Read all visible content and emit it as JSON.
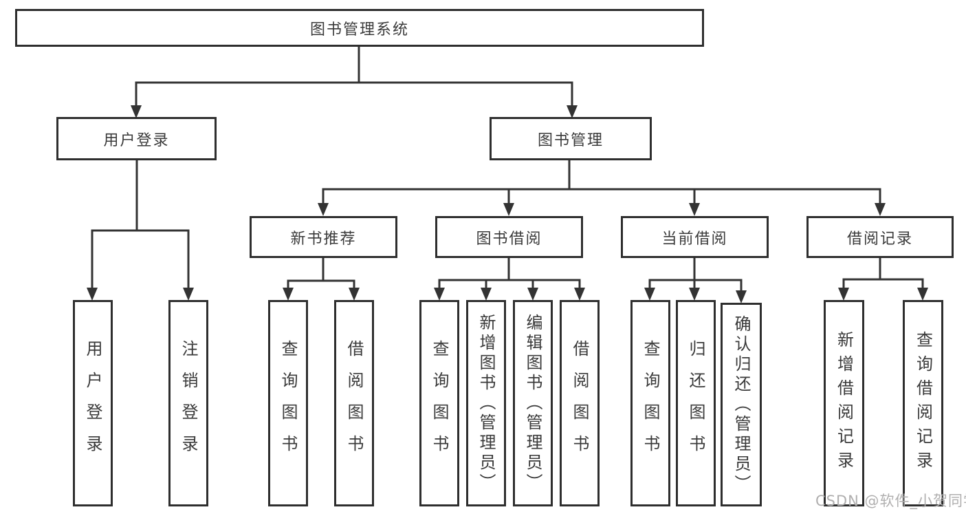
{
  "tree": {
    "label": "图书管理系统",
    "children": [
      {
        "label": "用户登录",
        "children": [
          {
            "label": "用户登录"
          },
          {
            "label": "注销登录"
          }
        ]
      },
      {
        "label": "图书管理",
        "children": [
          {
            "label": "新书推荐",
            "children": [
              {
                "label": "查询图书"
              },
              {
                "label": "借阅图书"
              }
            ]
          },
          {
            "label": "图书借阅",
            "children": [
              {
                "label": "查询图书"
              },
              {
                "label": "新增图书（管理员）"
              },
              {
                "label": "编辑图书（管理员）"
              },
              {
                "label": "借阅图书"
              }
            ]
          },
          {
            "label": "当前借阅",
            "children": [
              {
                "label": "查询图书"
              },
              {
                "label": "归还图书"
              },
              {
                "label": "确认归还（管理员）"
              }
            ]
          },
          {
            "label": "借阅记录",
            "children": [
              {
                "label": "新增借阅记录"
              },
              {
                "label": "查询借阅记录"
              }
            ]
          }
        ]
      }
    ]
  },
  "watermark": {
    "text": "CSDN @软件_小贺同学"
  },
  "colors": {
    "line": "#333333",
    "box_border": "#2e2e2e",
    "text": "#3a3a3a",
    "watermark": "#b0afaf",
    "background": "#ffffff"
  }
}
